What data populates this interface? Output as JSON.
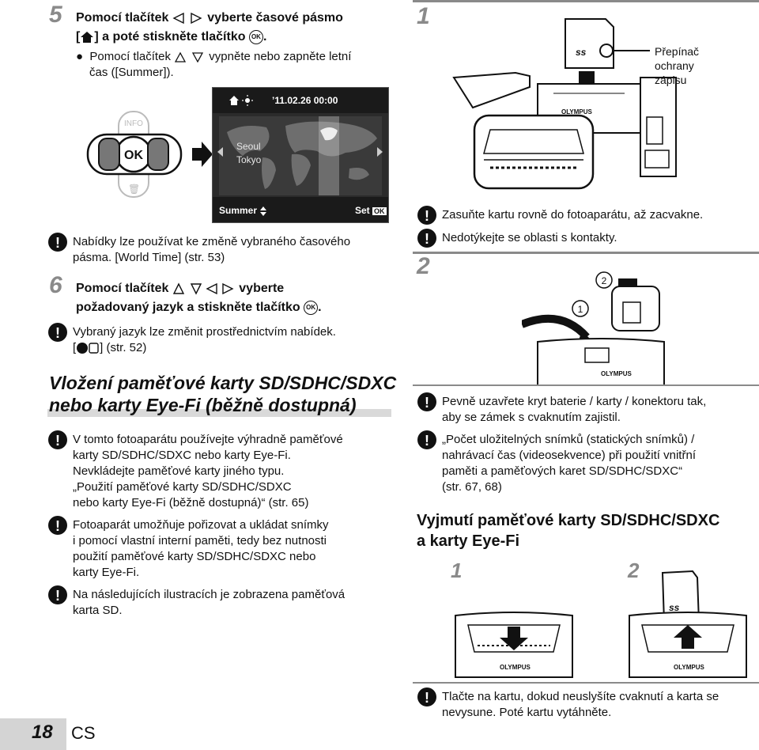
{
  "left": {
    "step5": {
      "num": "5",
      "line1a": "Pomocí tlačítek",
      "line1b": "vyberte časové pásmo",
      "line2a": "[",
      "line2b": "] a poté stiskněte tlačítko",
      "bullet_a": "Pomocí tlačítek",
      "bullet_b": "vypněte nebo zapněte letní",
      "bullet_c": "čas ([Summer])."
    },
    "screen": {
      "datetime": "’11.02.26 00:00",
      "city1": "Seoul",
      "city2": "Tokyo",
      "summer": "Summer",
      "set": "Set",
      "ok_badge": "OK",
      "info_label": "INFO",
      "ok_button": "OK"
    },
    "note1": {
      "l1": "Nabídky lze používat ke změně vybraného časového",
      "l2": "pásma. [World Time] (str. 53)"
    },
    "step6": {
      "num": "6",
      "line1a": "Pomocí tlačítek",
      "line1b": "vyberte",
      "line2": "požadovaný jazyk a stiskněte tlačítko"
    },
    "note2": {
      "l1": "Vybraný jazyk lze změnit prostřednictvím nabídek.",
      "l2a": "[",
      "l2b": "] (str. 52)"
    },
    "section": {
      "l1": "Vložení paměťové karty SD/SDHC/SDXC",
      "l2": "nebo karty Eye-Fi (běžně dostupná)"
    },
    "note3": {
      "l1": "V tomto fotoaparátu používejte výhradně paměťové",
      "l2": "karty SD/SDHC/SDXC nebo karty Eye-Fi.",
      "l3": "Nevkládejte paměťové karty jiného typu.",
      "l4": "„Použití paměťové karty SD/SDHC/SDXC",
      "l5": "nebo karty Eye-Fi (běžně dostupná)“ (str. 65)"
    },
    "note4": {
      "l1": "Fotoaparát umožňuje pořizovat a ukládat snímky",
      "l2": "i pomocí vlastní interní paměti, tedy bez nutnosti",
      "l3": "použití paměťové karty SD/SDHC/SDXC nebo",
      "l4": "karty Eye-Fi."
    },
    "note5": {
      "l1": "Na následujících ilustracích je zobrazena paměťová",
      "l2": "karta SD."
    }
  },
  "right": {
    "step1": {
      "num": "1",
      "callout_l1": "Přepínač",
      "callout_l2": "ochrany",
      "callout_l3": "zápisu",
      "brand": "OLYMPUS",
      "card_logo": "ss"
    },
    "note_a": "Zasuňte kartu rovně do fotoaparátu, až zacvakne.",
    "note_b": "Nedotýkejte se oblasti s kontakty.",
    "step2": {
      "num": "2",
      "c1": "1",
      "c2": "2",
      "brand": "OLYMPUS"
    },
    "note_c": {
      "l1": "Pevně uzavřete kryt baterie / karty / konektoru tak,",
      "l2": "aby se zámek s cvaknutím zajistil."
    },
    "note_d": {
      "l1": "„Počet uložitelných snímků (statických snímků) /",
      "l2": "nahrávací čas (videosekvence) při použití vnitřní",
      "l3": "paměti a paměťových karet SD/SDHC/SDXC“",
      "l4": "(str. 67, 68)"
    },
    "heading": {
      "l1": "Vyjmutí paměťové karty SD/SDHC/SDXC",
      "l2": "a karty Eye-Fi"
    },
    "remove": {
      "n1": "1",
      "n2": "2",
      "brand1": "OLYMPUS",
      "brand2": "OLYMPUS",
      "card_logo": "ss"
    },
    "note_e": {
      "l1": "Tlačte na kartu, dokud neuslyšíte cvaknutí a karta se",
      "l2": "nevysune. Poté kartu vytáhněte."
    }
  },
  "footer": {
    "page": "18",
    "lang": "CS"
  }
}
